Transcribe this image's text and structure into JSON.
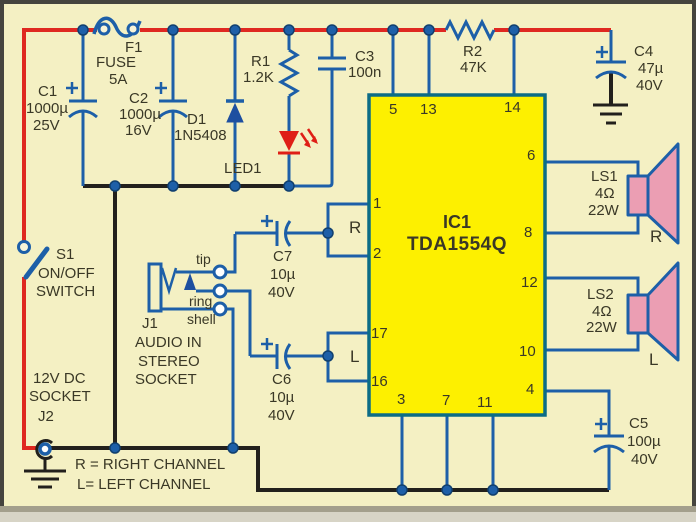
{
  "colors": {
    "background": "#f4f0c3",
    "wire_blue": "#1d5fa8",
    "wire_red": "#df2820",
    "wire_black": "#22201c",
    "ic_fill": "#fdf000",
    "ic_border": "#0c6c86",
    "speaker_fill": "#eb9eb3",
    "led_red": "#df1f16",
    "text": "#3a3826"
  },
  "components": {
    "f1": {
      "ref": "F1",
      "name": "FUSE",
      "rating": "5A"
    },
    "c1": {
      "ref": "C1",
      "value": "1000µ",
      "voltage": "25V"
    },
    "c2": {
      "ref": "C2",
      "value": "1000µ",
      "voltage": "16V"
    },
    "d1": {
      "ref": "D1",
      "part": "1N5408"
    },
    "r1": {
      "ref": "R1",
      "value": "1.2K"
    },
    "led1": {
      "ref": "LED1"
    },
    "c3": {
      "ref": "C3",
      "value": "100n"
    },
    "r2": {
      "ref": "R2",
      "value": "47K"
    },
    "c4": {
      "ref": "C4",
      "value": "47µ",
      "voltage": "40V"
    },
    "c5": {
      "ref": "C5",
      "value": "100µ",
      "voltage": "40V"
    },
    "c6": {
      "ref": "C6",
      "value": "10µ",
      "voltage": "40V"
    },
    "c7": {
      "ref": "C7",
      "value": "10µ",
      "voltage": "40V"
    },
    "s1": {
      "ref": "S1",
      "desc_line1": "ON/OFF",
      "desc_line2": "SWITCH"
    },
    "j1": {
      "ref": "J1",
      "desc_line1": "AUDIO IN",
      "desc_line2": "STEREO",
      "desc_line3": "SOCKET",
      "terminals": {
        "tip": "tip",
        "ring": "ring",
        "shell": "shell"
      }
    },
    "j2": {
      "ref": "J2",
      "desc_line1": "12V DC",
      "desc_line2": "SOCKET"
    },
    "ls1": {
      "ref": "LS1",
      "impedance": "4Ω",
      "power": "22W",
      "channel": "R"
    },
    "ls2": {
      "ref": "LS2",
      "impedance": "4Ω",
      "power": "22W",
      "channel": "L"
    },
    "ic1": {
      "ref": "IC1",
      "part": "TDA1554Q",
      "pins": {
        "p1": "1",
        "p2": "2",
        "p3": "3",
        "p4": "4",
        "p5": "5",
        "p6": "6",
        "p7": "7",
        "p8": "8",
        "p10": "10",
        "p11": "11",
        "p12": "12",
        "p13": "13",
        "p14": "14",
        "p16": "16",
        "p17": "17"
      }
    }
  },
  "signals": {
    "right_input": "R",
    "left_input": "L"
  },
  "legend": {
    "line1": "R = RIGHT CHANNEL",
    "line2": "L= LEFT CHANNEL"
  }
}
